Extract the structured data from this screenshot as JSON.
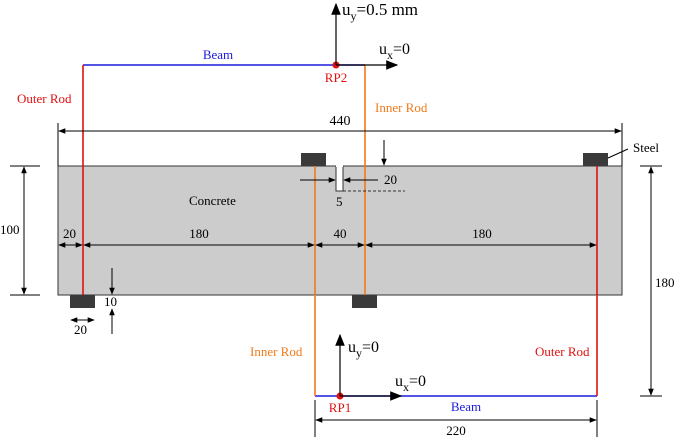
{
  "labels": {
    "uy_top": "u",
    "uy_top_sub": "y",
    "uy_top_val": "=0.5 mm",
    "ux_top": "u",
    "ux_top_sub": "x",
    "ux_top_val": "=0",
    "beam_top": "Beam",
    "rp2": "RP2",
    "outer_rod_left": "Outer Rod",
    "inner_rod_top": "Inner Rod",
    "dim_440": "440",
    "steel": "Steel",
    "dim_20_notch": "20",
    "concrete": "Concrete",
    "dim_5": "5",
    "dim_100": "100",
    "dim_20_left": "20",
    "dim_180_left": "180",
    "dim_40": "40",
    "dim_180_right": "180",
    "dim_180_vert": "180",
    "dim_10": "10",
    "dim_20_bottom": "20",
    "uy_bottom": "u",
    "uy_bottom_sub": "y",
    "uy_bottom_val": "=0",
    "inner_rod_bottom": "Inner Rod",
    "outer_rod_right": "Outer Rod",
    "ux_bottom": "u",
    "ux_bottom_sub": "x",
    "ux_bottom_val": "=0",
    "rp1": "RP1",
    "beam_bottom": "Beam",
    "dim_220": "220"
  },
  "colors": {
    "beam": "#1a1adc",
    "outer_rod": "#e01010",
    "inner_rod": "#f07a1a",
    "concrete_fill": "#cccccc",
    "steel_fill": "#3a3a3a",
    "ref_point": "#e01010"
  }
}
